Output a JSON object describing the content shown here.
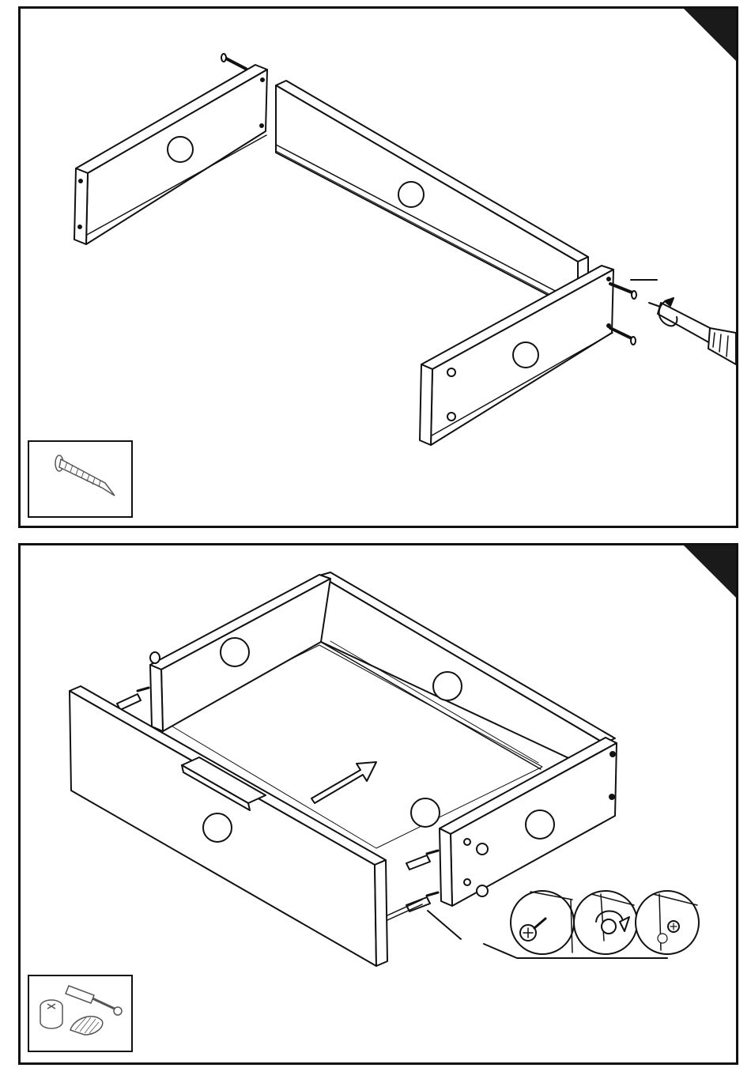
{
  "steps": [
    {
      "id": "step-1",
      "hardware_icon": "wood-screw-icon",
      "tool_icon": "phillips-screwdriver-icon",
      "parts": [
        "side-panel-left",
        "back-panel",
        "side-panel-right",
        "wood-screw"
      ]
    },
    {
      "id": "step-2",
      "hardware_icon": "cam-lock-fitting-icon",
      "direction_icon": "push-arrow-icon",
      "detail_callouts": [
        "cam-insert-icon",
        "cam-rotate-icon",
        "cam-locked-icon"
      ],
      "parts": [
        "front-panel",
        "handle-rail",
        "drawer-bottom",
        "cam-bolt",
        "cam-lock"
      ]
    }
  ],
  "colors": {
    "line": "#111111",
    "corner": "#1a1a1a",
    "background": "#ffffff"
  }
}
